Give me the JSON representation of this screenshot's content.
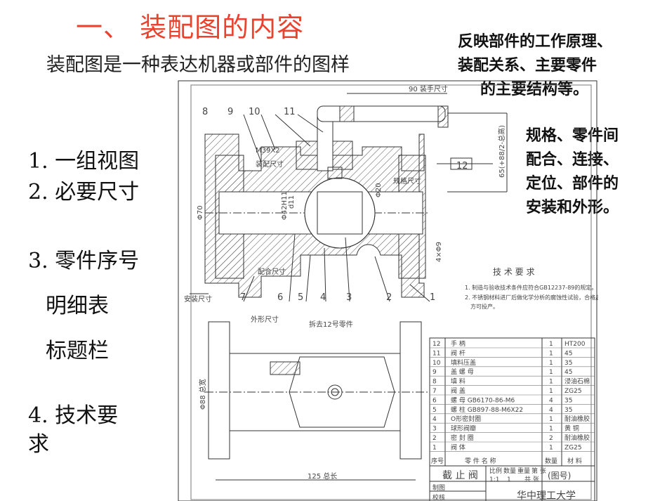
{
  "heading": "一、 装配图的内容",
  "intro": "装配图是一种表达机器或部件的图样",
  "list": [
    "1. 一组视图",
    "2. 必要尺寸",
    "3. 零件序号",
    "明细表",
    "标题栏",
    "4. 技术要",
    "求"
  ],
  "note_function": [
    "反映部件的工作原理、",
    "装配关系、主要零件",
    "的主要结构等。"
  ],
  "note_dimensions": [
    "规格、零件间",
    "配合、连接、",
    "定位、部件的",
    "安装和外形。"
  ],
  "drawing": {
    "dim_top": "90 装手尺寸",
    "dim_right": "65(+88/2-总高)",
    "thread": "M39X2",
    "assembly_dim": "装配尺寸",
    "fit_1": "Φ42H11",
    "fit_2": "d11",
    "spec_dim": "规格尺寸",
    "spec_value": "Φ20",
    "left_dia": "Φ70",
    "fit_dim": "配合尺寸",
    "install_dim": "安装尺寸",
    "outer_dim": "外形尺寸",
    "removed": "拆去12号零件",
    "bottom_dim": "125 总长",
    "left_bottom_dia": "Φ88 总宽",
    "small_dim": "4×Φ9",
    "top_labels": [
      "8",
      "9",
      "10",
      "11"
    ],
    "bottom_labels": [
      "7",
      "6",
      "5",
      "4",
      "3",
      "2",
      "1"
    ],
    "right_label": "12",
    "tech_title": "技 术 要 求",
    "tech_lines": [
      "1. 制造与验收技术条件应符合GB12237-89的规定。",
      "2. 不锈钢材料进厂后做化学分析的腐蚀性试验，合格后",
      "方可投产。"
    ],
    "bom": [
      [
        "12",
        "手 柄",
        "1",
        "HT200"
      ],
      [
        "11",
        "阀 杆",
        "1",
        "45"
      ],
      [
        "10",
        "填料压盖",
        "1",
        "35"
      ],
      [
        "9",
        "盖 螺 母",
        "1",
        "45"
      ],
      [
        "8",
        "填 料",
        "1",
        "浸油石棉"
      ],
      [
        "7",
        "阀 盖",
        "1",
        "ZG25"
      ],
      [
        "6",
        "螺 母 GB6170-86-M6",
        "4",
        "35"
      ],
      [
        "5",
        "螺 柱 GB897-88-M6X22",
        "4",
        "35"
      ],
      [
        "4",
        "O形密封圈",
        "1",
        "耐油橡胶"
      ],
      [
        "3",
        "球形阀瓣",
        "1",
        "黄 铜"
      ],
      [
        "2",
        "密 封 圈",
        "2",
        "耐油橡胶"
      ],
      [
        "1",
        "阀 体",
        "1",
        "ZG25"
      ]
    ],
    "bom_header": [
      "序号",
      "零 件 名 称",
      "数量",
      "材 料"
    ],
    "title_name": "截 止 阀",
    "title_cells": [
      "比例",
      "数量",
      "重量",
      "第 张",
      "1:1",
      "1",
      "共 张"
    ],
    "drawing_no": "(图号)",
    "made_by": "制图",
    "checked_by": "校核",
    "school": "华中理工大学"
  },
  "colors": {
    "heading": "#e8432e",
    "line": "#333333",
    "hatch": "#555555"
  }
}
